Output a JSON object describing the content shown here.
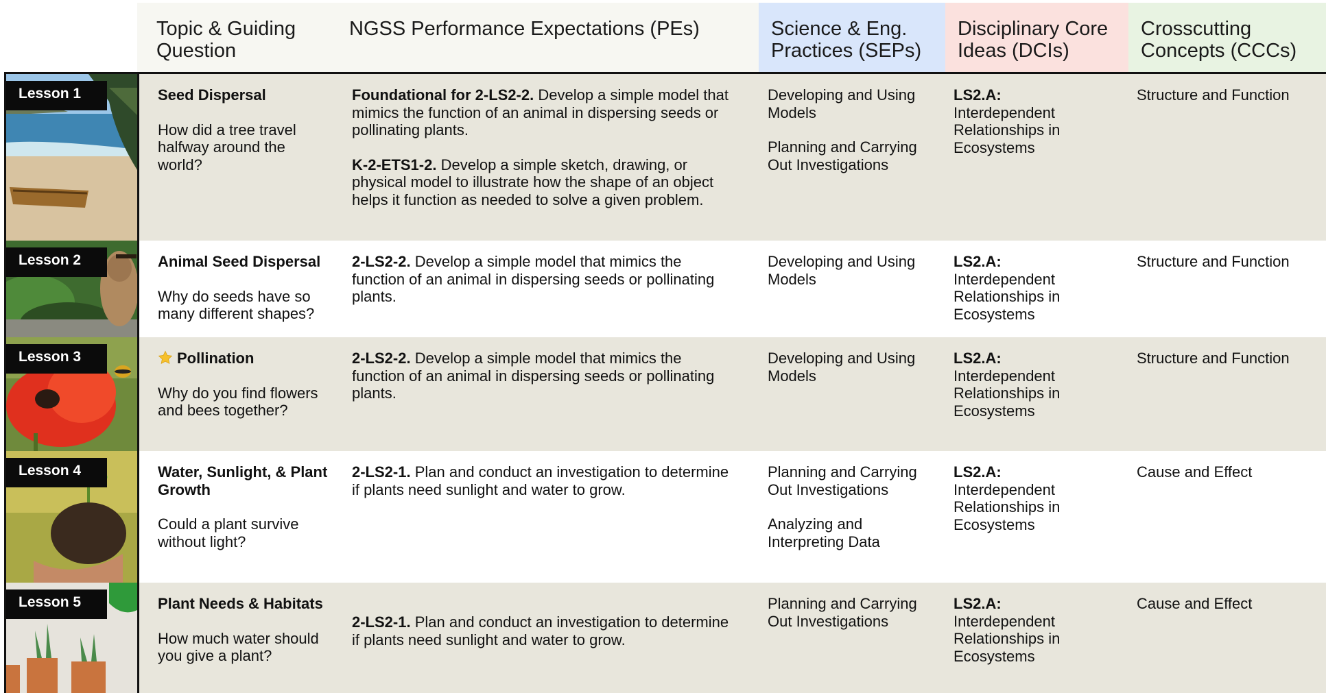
{
  "headers": {
    "topic": "Topic & Guiding Question",
    "pe": "NGSS Performance Expectations (PEs)",
    "sep": "Science & Eng. Practices (SEPs)",
    "dci": "Disciplinary Core Ideas (DCIs)",
    "ccc": "Crosscutting Concepts (CCCs)"
  },
  "colors": {
    "header_neutral": "#f7f7f2",
    "header_sep": "#d9e6fb",
    "header_dci": "#fbe1de",
    "header_ccc": "#e8f3e2",
    "row_shade": "#e8e6dc"
  },
  "lessons": [
    {
      "tag": "Lesson 1",
      "image": "beach-canoe-palm-photo",
      "title": "Seed Dispersal",
      "question": "How did a tree travel halfway around the world?",
      "pes": [
        {
          "code": "Foundational for 2-LS2-2.",
          "text": " Develop a simple model that mimics the function of an animal in dispersing seeds or pollinating plants."
        },
        {
          "code": "K-2-ETS1-2.",
          "text": " Develop a simple sketch, drawing, or physical model to illustrate how the shape of an object helps it function as needed to solve a given problem."
        }
      ],
      "seps": [
        "Developing and Using Models",
        "Planning and Carrying Out Investigations"
      ],
      "dci_code": "LS2.A:",
      "dci_text": "Interdependent Relationships in Ecosystems",
      "ccc": "Structure and Function"
    },
    {
      "tag": "Lesson 2",
      "image": "chipmunk-photo",
      "title": "Animal Seed Dispersal",
      "question": "Why do seeds have so many different shapes?",
      "pes": [
        {
          "code": "2-LS2-2.",
          "text": " Develop a simple model that mimics the function of an animal in dispersing seeds or pollinating plants."
        }
      ],
      "seps": [
        "Developing and Using Models"
      ],
      "dci_code": "LS2.A:",
      "dci_text": "Interdependent Relationships in Ecosystems",
      "ccc": "Structure and Function"
    },
    {
      "tag": "Lesson 3",
      "image": "poppy-bee-photo",
      "star": "star-icon",
      "title": "Pollination",
      "question": "Why do you find flowers and bees together?",
      "pes": [
        {
          "code": "2-LS2-2.",
          "text": " Develop a simple model that mimics the function of an animal in dispersing seeds or pollinating plants."
        }
      ],
      "seps": [
        "Developing and Using Models"
      ],
      "dci_code": "LS2.A:",
      "dci_text": "Interdependent Relationships in Ecosystems",
      "ccc": "Structure and Function"
    },
    {
      "tag": "Lesson 4",
      "image": "hands-soil-sprout-photo",
      "title": "Water, Sunlight, & Plant Growth",
      "question": "Could a plant survive without light?",
      "pes": [
        {
          "code": "2-LS2-1.",
          "text": " Plan and conduct an investigation to determine if plants need sunlight and water to grow."
        }
      ],
      "seps": [
        "Planning and Carrying Out Investigations",
        "Analyzing and Interpreting Data"
      ],
      "dci_code": "LS2.A:",
      "dci_text": "Interdependent Relationships in Ecosystems",
      "ccc": "Cause and Effect"
    },
    {
      "tag": "Lesson 5",
      "image": "potted-cacti-watering-can-photo",
      "title": "Plant Needs & Habitats",
      "question": "How much water should you give a plant?",
      "pes": [
        {
          "code": "2-LS2-1.",
          "text": " Plan and conduct an investigation to determine if plants need sunlight and water to grow."
        }
      ],
      "seps": [
        "Planning and Carrying Out Investigations"
      ],
      "dci_code": "LS2.A:",
      "dci_text": "Interdependent Relationships in Ecosystems",
      "ccc": "Cause and Effect"
    }
  ]
}
